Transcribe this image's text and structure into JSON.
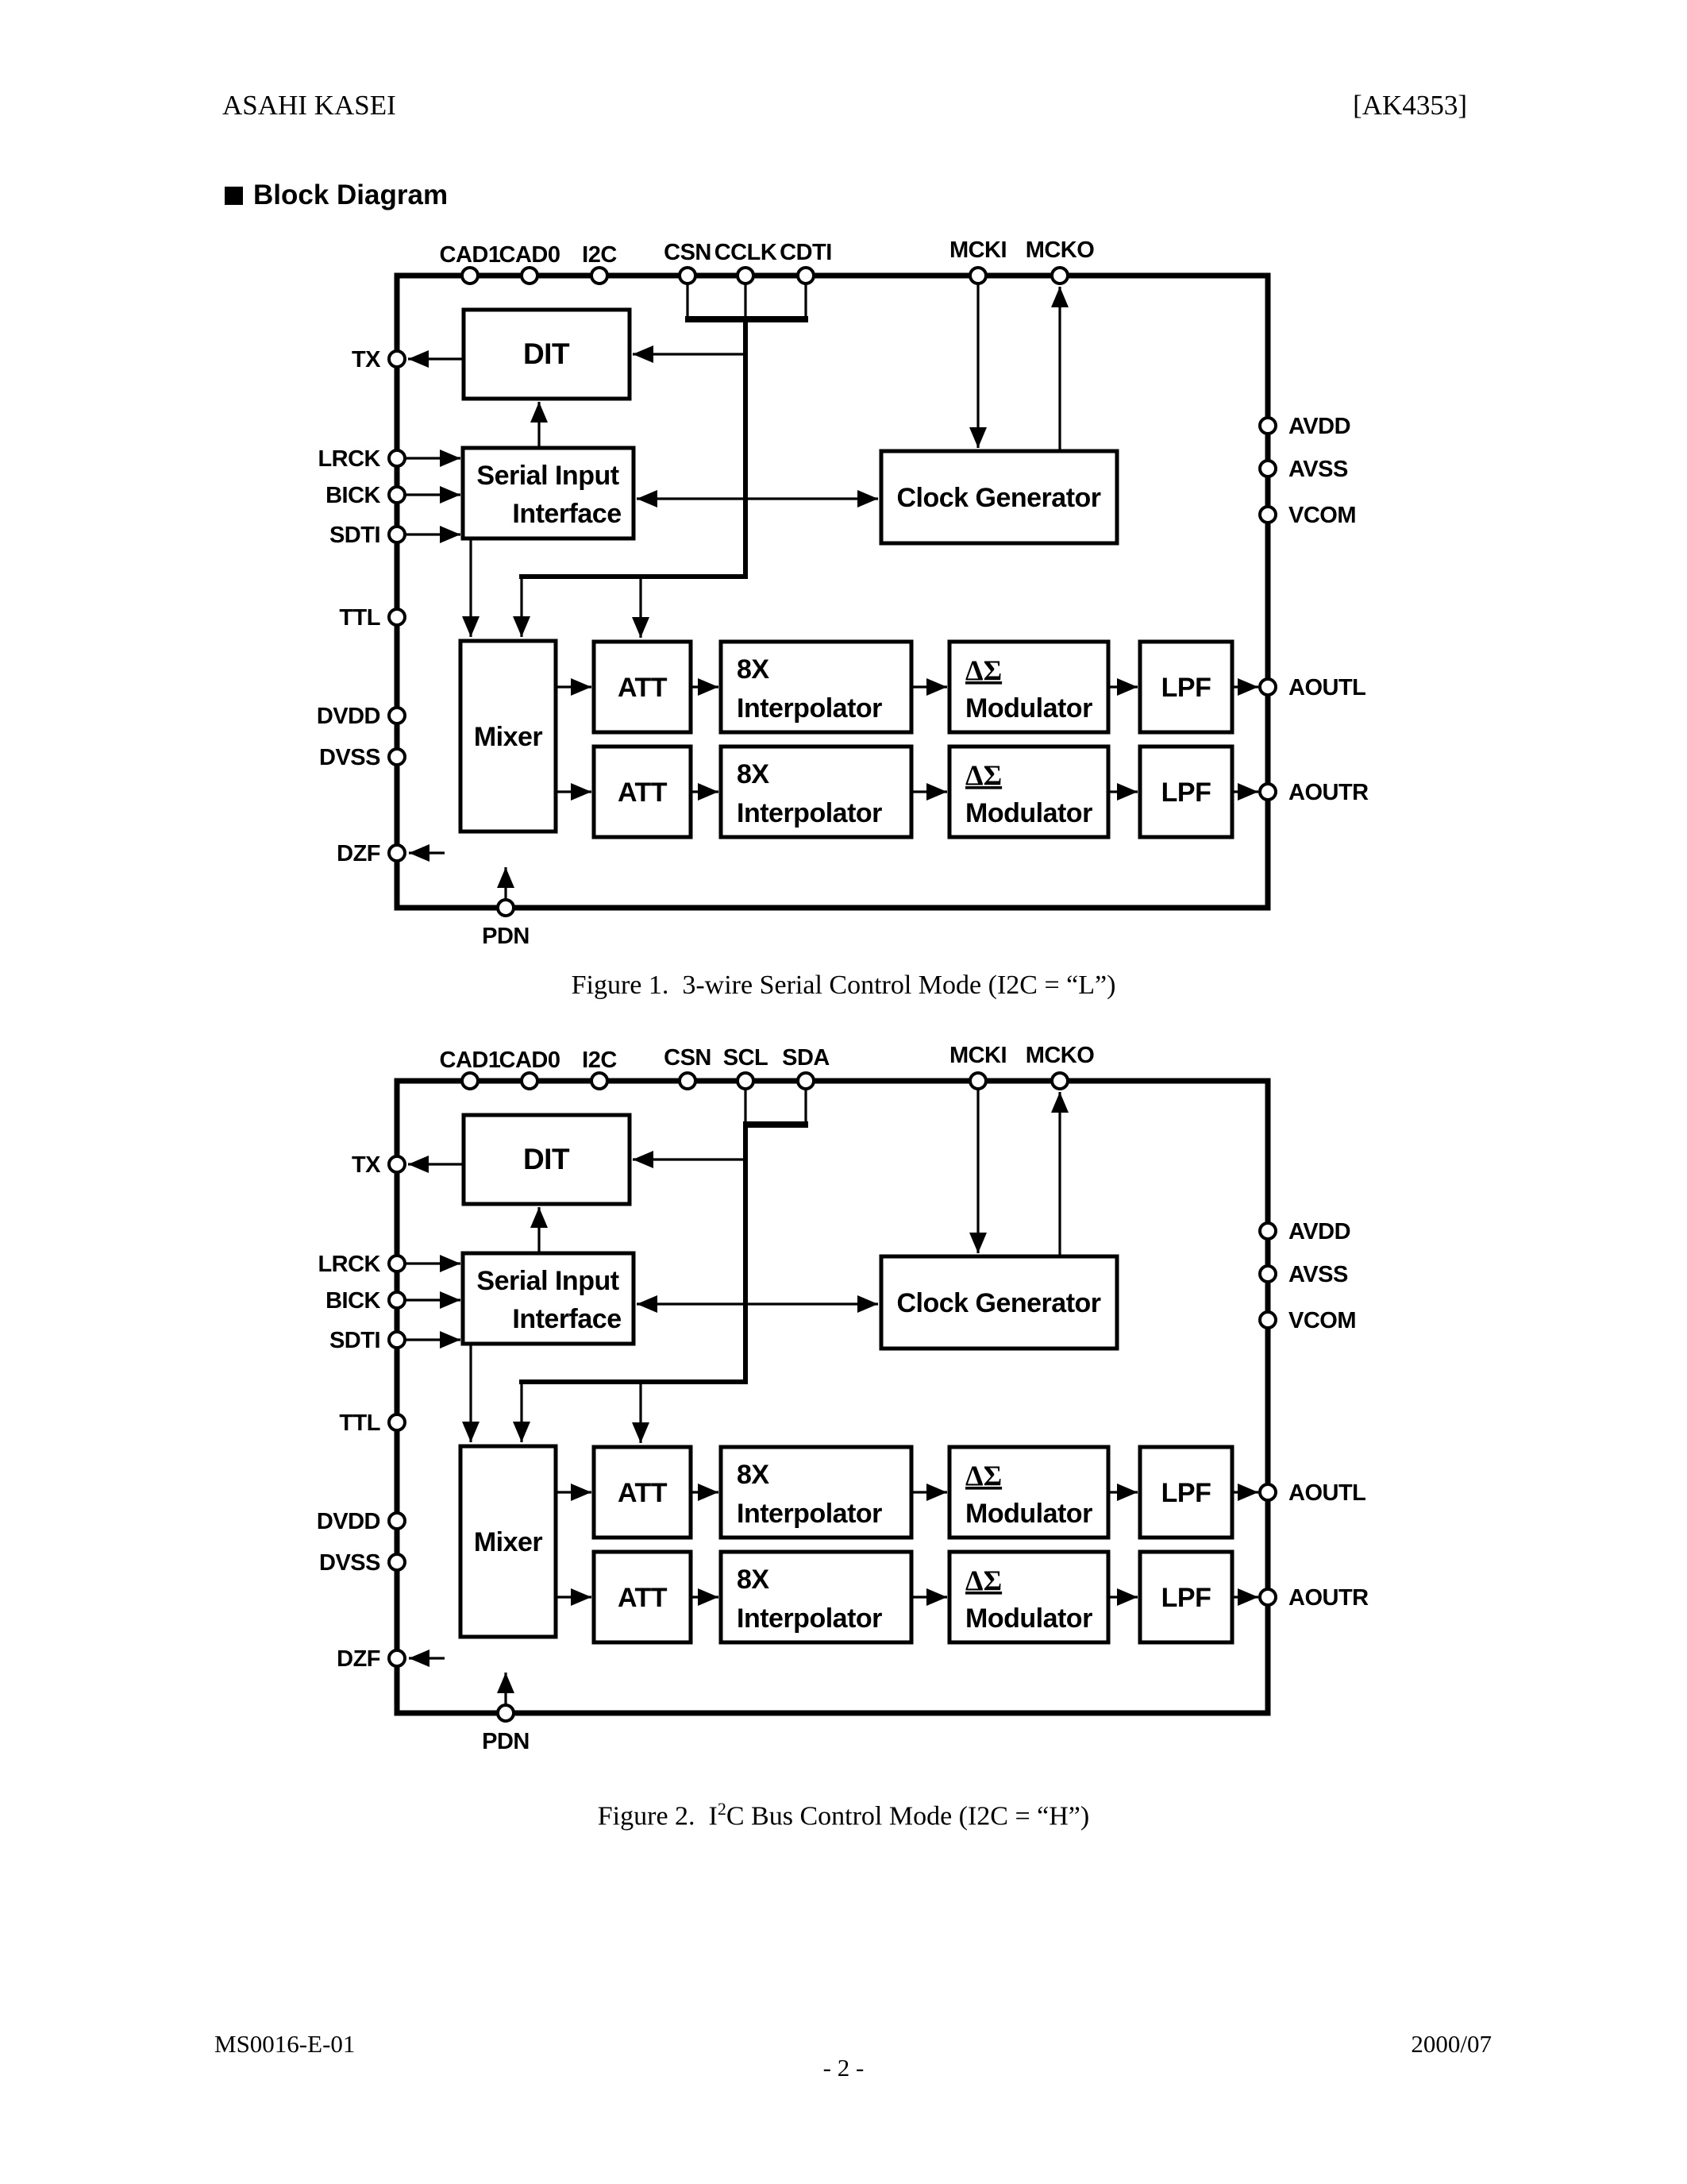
{
  "page": {
    "header_left": "ASAHI KASEI",
    "header_right": "[AK4353]",
    "section_title": "Block Diagram",
    "footer_doc": "MS0016-E-01",
    "footer_date": "2000/07",
    "footer_page": "- 2 -"
  },
  "fig1": {
    "caption": "Figure 1.  3-wire Serial Control Mode (I2C = “L”)",
    "pins": {
      "top": [
        "CAD1",
        "CAD0",
        "I2C",
        "CSN",
        "CCLK",
        "CDTI",
        "MCKI",
        "MCKO"
      ],
      "left": [
        "TX",
        "LRCK",
        "BICK",
        "SDTI",
        "TTL",
        "DVDD",
        "DVSS",
        "DZF"
      ],
      "right": [
        "AVDD",
        "AVSS",
        "VCOM",
        "AOUTL",
        "AOUTR"
      ],
      "bottom": [
        "PDN"
      ]
    },
    "blocks": {
      "dit": "DIT",
      "sii_line1": "Serial Input",
      "sii_line2": "Interface",
      "clock_gen": "Clock Generator",
      "mixer": "Mixer",
      "att": "ATT",
      "interp_line1": "8X",
      "interp_line2": "Interpolator",
      "dsm_line1": "ΔΣ",
      "dsm_line2": "Modulator",
      "lpf": "LPF"
    }
  },
  "fig2": {
    "caption_pre": "Figure 2.  I",
    "caption_sup": "2",
    "caption_post": "C Bus Control Mode (I2C = “H”)",
    "pins": {
      "top": [
        "CAD1",
        "CAD0",
        "I2C",
        "CSN",
        "SCL",
        "SDA",
        "MCKI",
        "MCKO"
      ],
      "left": [
        "TX",
        "LRCK",
        "BICK",
        "SDTI",
        "TTL",
        "DVDD",
        "DVSS",
        "DZF"
      ],
      "right": [
        "AVDD",
        "AVSS",
        "VCOM",
        "AOUTL",
        "AOUTR"
      ],
      "bottom": [
        "PDN"
      ]
    },
    "blocks": {
      "dit": "DIT",
      "sii_line1": "Serial Input",
      "sii_line2": "Interface",
      "clock_gen": "Clock Generator",
      "mixer": "Mixer",
      "att": "ATT",
      "interp_line1": "8X",
      "interp_line2": "Interpolator",
      "dsm_line1": "ΔΣ",
      "dsm_line2": "Modulator",
      "lpf": "LPF"
    }
  }
}
